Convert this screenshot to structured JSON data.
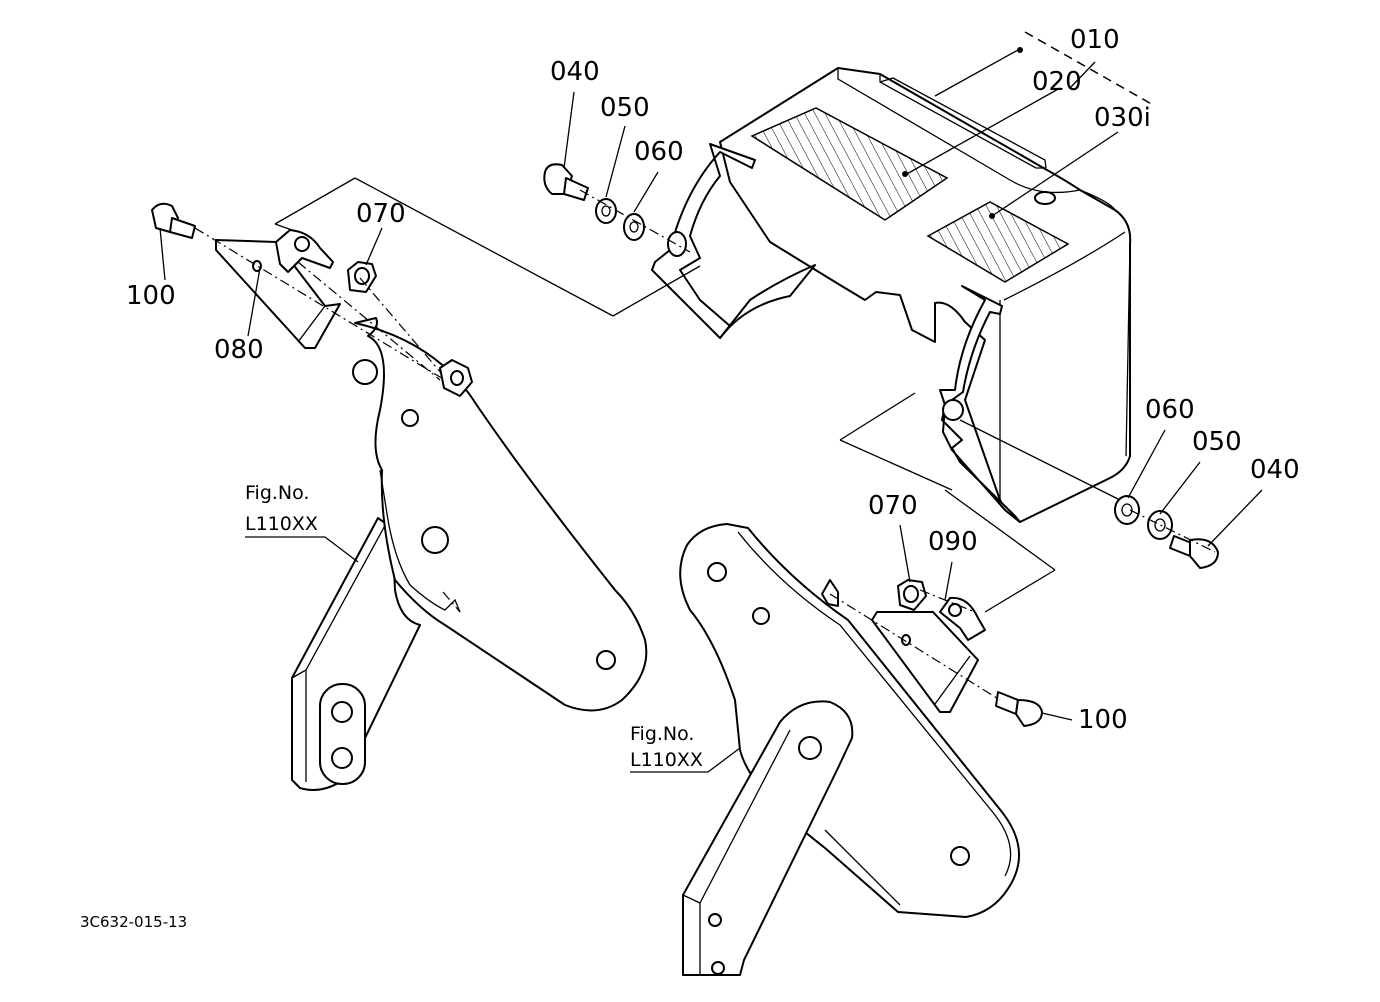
{
  "parts": [
    {
      "id": "p010",
      "label": "010"
    },
    {
      "id": "p020",
      "label": "020"
    },
    {
      "id": "p030",
      "label": "030i"
    },
    {
      "id": "p040a",
      "label": "040"
    },
    {
      "id": "p050a",
      "label": "050"
    },
    {
      "id": "p060a",
      "label": "060"
    },
    {
      "id": "p070a",
      "label": "070"
    },
    {
      "id": "p100a",
      "label": "100"
    },
    {
      "id": "p080",
      "label": "080"
    },
    {
      "id": "p060b",
      "label": "060"
    },
    {
      "id": "p050b",
      "label": "050"
    },
    {
      "id": "p040b",
      "label": "040"
    },
    {
      "id": "p070b",
      "label": "070"
    },
    {
      "id": "p090",
      "label": "090"
    },
    {
      "id": "p100b",
      "label": "100"
    }
  ],
  "figure_refs": [
    {
      "line1": "Fig.No.",
      "line2": "L110XX"
    },
    {
      "line1": "Fig.No.",
      "line2": "L110XX"
    }
  ],
  "drawing_code": "3C632-015-13"
}
